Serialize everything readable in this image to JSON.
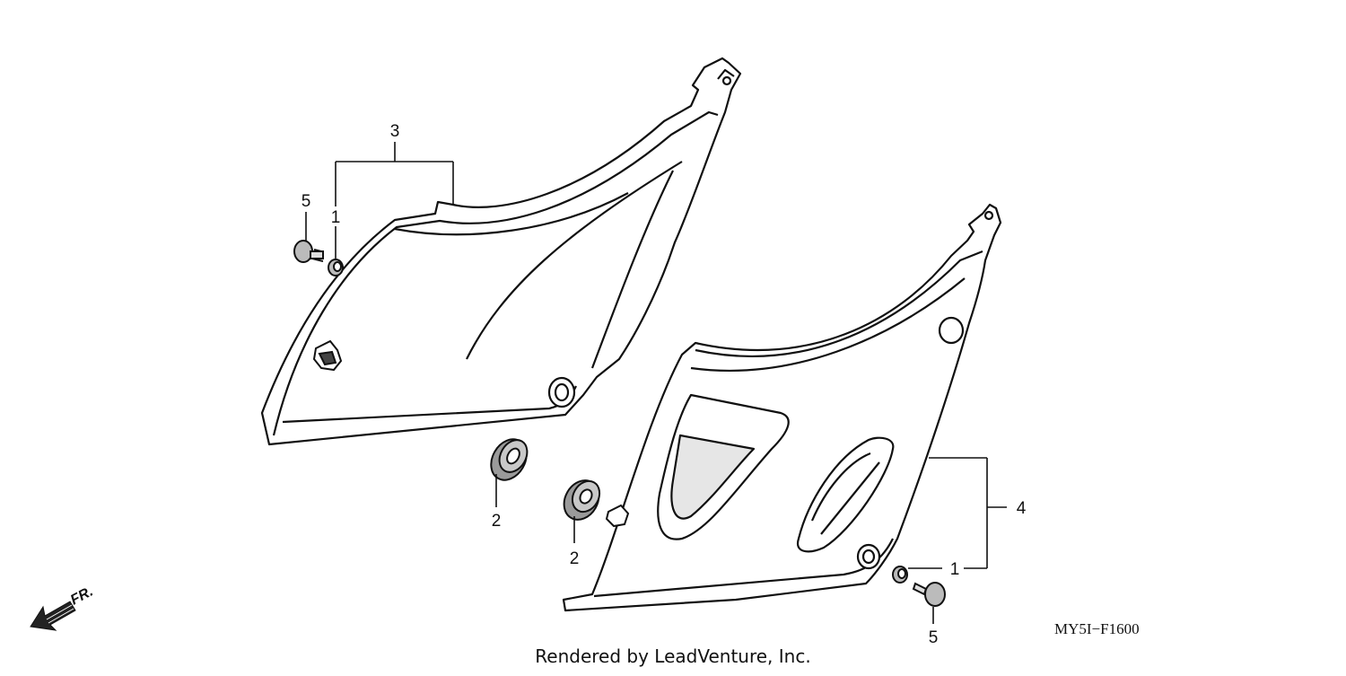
{
  "diagram": {
    "code": "MY5I−F1600",
    "footer": "Rendered by LeadVenture, Inc.",
    "direction_label": "FR.",
    "callouts": [
      {
        "id": "c3",
        "text": "3"
      },
      {
        "id": "c5a",
        "text": "5"
      },
      {
        "id": "c1a",
        "text": "1"
      },
      {
        "id": "c2a",
        "text": "2"
      },
      {
        "id": "c2b",
        "text": "2"
      },
      {
        "id": "c4",
        "text": "4"
      },
      {
        "id": "c1b",
        "text": "1"
      },
      {
        "id": "c5b",
        "text": "5"
      }
    ]
  }
}
